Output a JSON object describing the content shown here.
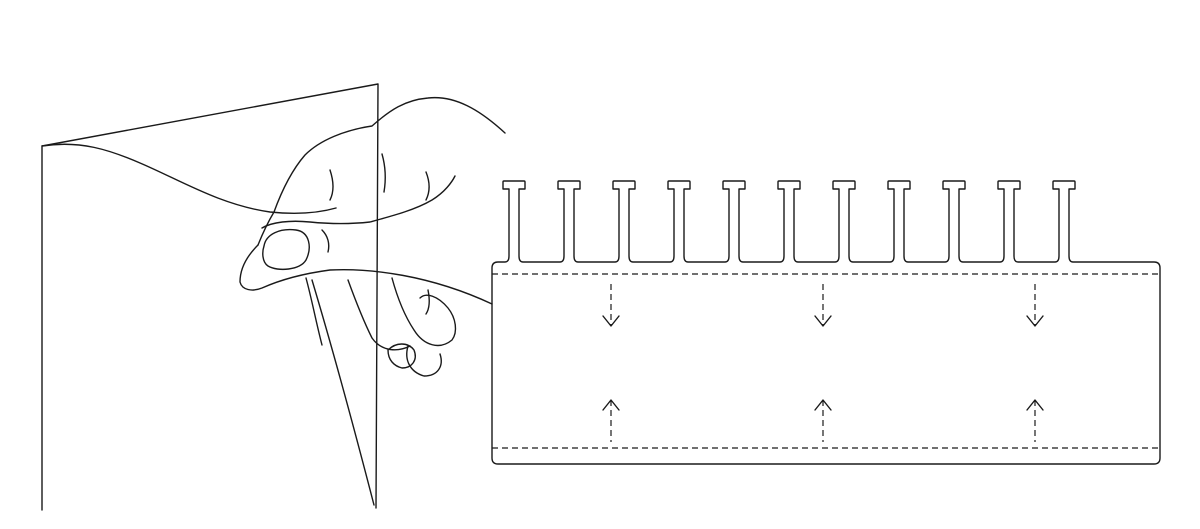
{
  "diagram": {
    "tab_count": 11,
    "arrow_columns": 3,
    "stroke_color": "#1a1a1a",
    "background_color": "#ffffff",
    "components": [
      "folded-paper",
      "hand",
      "comb-strip",
      "fold-lines",
      "fold-arrows"
    ]
  }
}
